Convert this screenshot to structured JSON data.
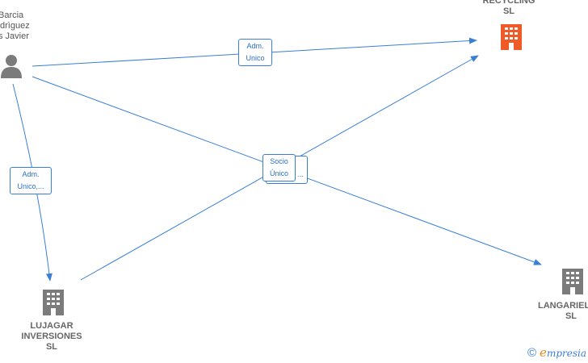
{
  "colors": {
    "edge": "#3a7fd5",
    "company_highlight": "#f05a28",
    "company": "#7b7b7b",
    "person": "#7b7b7b"
  },
  "person": {
    "name_lines": [
      "Barcia",
      "drìguez",
      "s Javier"
    ],
    "icon": "person-icon"
  },
  "companies": {
    "recycling": {
      "name_lines": [
        "RECYCLING",
        "SL"
      ],
      "icon": "building-icon"
    },
    "lujagar": {
      "name_lines": [
        "LUJAGAR",
        "INVERSIONES",
        "SL"
      ],
      "icon": "building-icon"
    },
    "langariel": {
      "name_lines": [
        "LANGARIEL",
        "SL"
      ],
      "icon": "building-icon"
    }
  },
  "edges": {
    "adm_unico_top": {
      "lines": [
        "Adm.",
        "Unico"
      ]
    },
    "adm_unico_left": {
      "lines": [
        "Adm.",
        "Unico,..."
      ]
    },
    "socio_unico": {
      "lines": [
        "Socio",
        "Único"
      ]
    },
    "socio_unico_back": {
      "lines": [
        "..."
      ]
    }
  },
  "brand": {
    "copyright": "©",
    "e": "e",
    "rest": "mpresia"
  }
}
